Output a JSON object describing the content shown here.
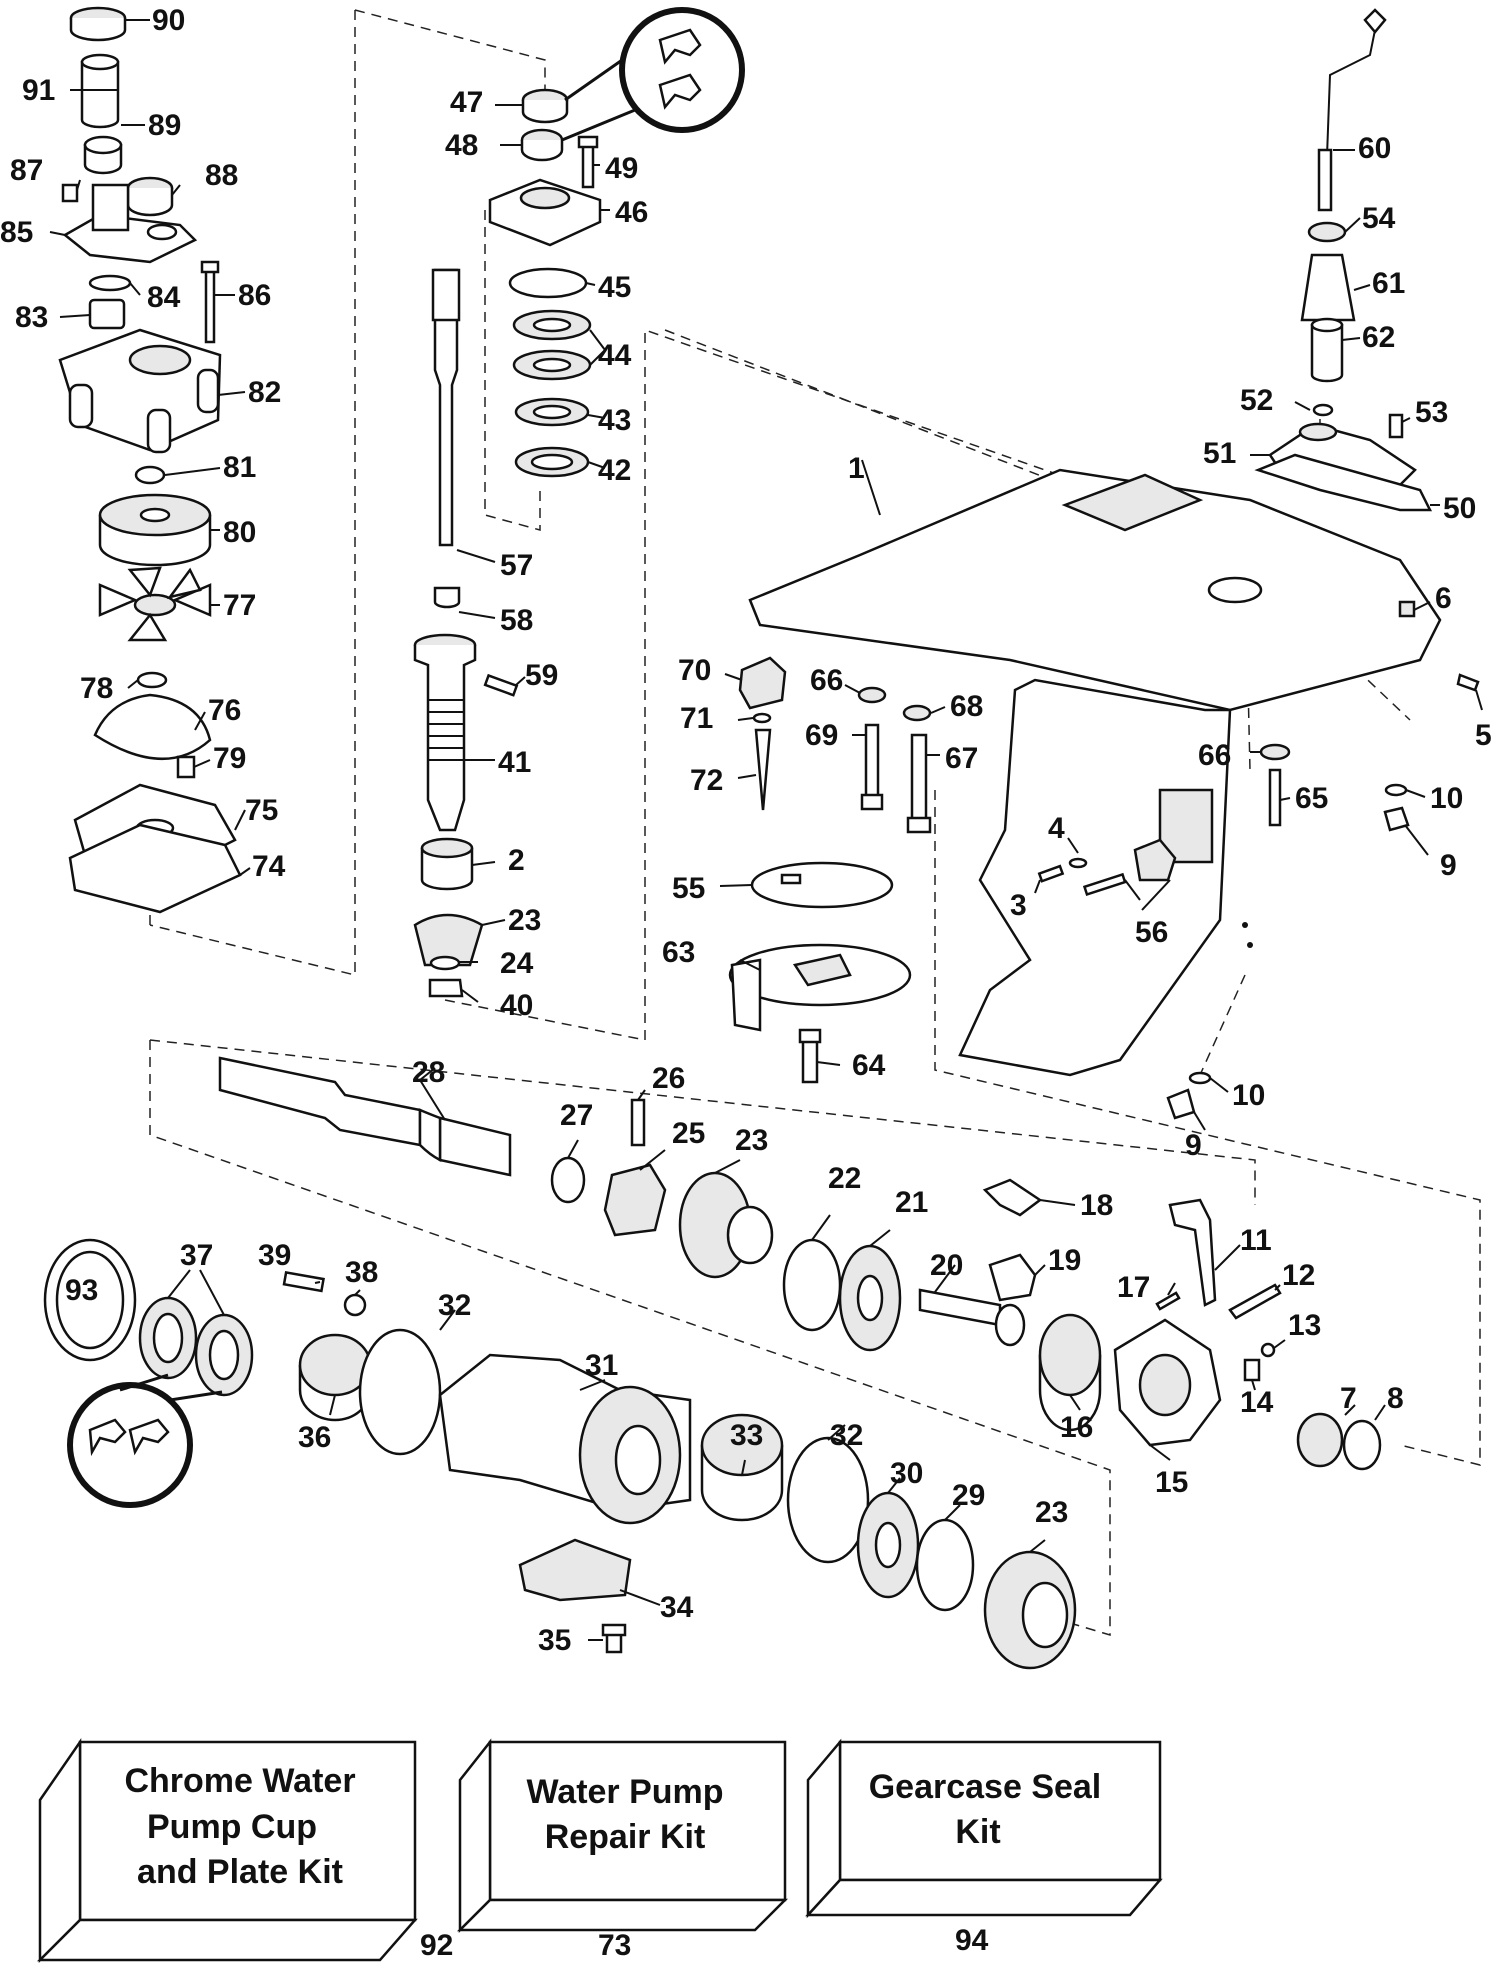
{
  "colors": {
    "ink": "#111111",
    "background": "#ffffff",
    "part_fill": "#e8e8e8"
  },
  "icons": [
    "seal-installation-icon",
    "seal-installation-icon"
  ],
  "callouts": [
    {
      "n": "90"
    },
    {
      "n": "91"
    },
    {
      "n": "89"
    },
    {
      "n": "87"
    },
    {
      "n": "88"
    },
    {
      "n": "85"
    },
    {
      "n": "84"
    },
    {
      "n": "86"
    },
    {
      "n": "83"
    },
    {
      "n": "82"
    },
    {
      "n": "81"
    },
    {
      "n": "80"
    },
    {
      "n": "77"
    },
    {
      "n": "78"
    },
    {
      "n": "76"
    },
    {
      "n": "79"
    },
    {
      "n": "75"
    },
    {
      "n": "74"
    },
    {
      "n": "47"
    },
    {
      "n": "48"
    },
    {
      "n": "49"
    },
    {
      "n": "46"
    },
    {
      "n": "45"
    },
    {
      "n": "44"
    },
    {
      "n": "43"
    },
    {
      "n": "42"
    },
    {
      "n": "57"
    },
    {
      "n": "58"
    },
    {
      "n": "59"
    },
    {
      "n": "41"
    },
    {
      "n": "2"
    },
    {
      "n": "23"
    },
    {
      "n": "24"
    },
    {
      "n": "40"
    },
    {
      "n": "60"
    },
    {
      "n": "54"
    },
    {
      "n": "61"
    },
    {
      "n": "62"
    },
    {
      "n": "52"
    },
    {
      "n": "53"
    },
    {
      "n": "51"
    },
    {
      "n": "50"
    },
    {
      "n": "1"
    },
    {
      "n": "6"
    },
    {
      "n": "70"
    },
    {
      "n": "66"
    },
    {
      "n": "68"
    },
    {
      "n": "71"
    },
    {
      "n": "69"
    },
    {
      "n": "67"
    },
    {
      "n": "5"
    },
    {
      "n": "72"
    },
    {
      "n": "66"
    },
    {
      "n": "65"
    },
    {
      "n": "10"
    },
    {
      "n": "4"
    },
    {
      "n": "9"
    },
    {
      "n": "3"
    },
    {
      "n": "56"
    },
    {
      "n": "55"
    },
    {
      "n": "63"
    },
    {
      "n": "64"
    },
    {
      "n": "10"
    },
    {
      "n": "9"
    },
    {
      "n": "28"
    },
    {
      "n": "26"
    },
    {
      "n": "27"
    },
    {
      "n": "25"
    },
    {
      "n": "23"
    },
    {
      "n": "22"
    },
    {
      "n": "21"
    },
    {
      "n": "18"
    },
    {
      "n": "11"
    },
    {
      "n": "39"
    },
    {
      "n": "38"
    },
    {
      "n": "37"
    },
    {
      "n": "93"
    },
    {
      "n": "20"
    },
    {
      "n": "19"
    },
    {
      "n": "17"
    },
    {
      "n": "12"
    },
    {
      "n": "32"
    },
    {
      "n": "13"
    },
    {
      "n": "31"
    },
    {
      "n": "7"
    },
    {
      "n": "8"
    },
    {
      "n": "14"
    },
    {
      "n": "16"
    },
    {
      "n": "36"
    },
    {
      "n": "33"
    },
    {
      "n": "32"
    },
    {
      "n": "15"
    },
    {
      "n": "30"
    },
    {
      "n": "29"
    },
    {
      "n": "23"
    },
    {
      "n": "34"
    },
    {
      "n": "35"
    }
  ],
  "kits": [
    {
      "line1": "Chrome Water",
      "line2": "Pump Cup",
      "line3": "and Plate Kit",
      "number": "92"
    },
    {
      "line1": "Water Pump",
      "line2": "Repair Kit",
      "number": "73"
    },
    {
      "line1": "Gearcase Seal",
      "line2": "Kit",
      "number": "94"
    }
  ]
}
